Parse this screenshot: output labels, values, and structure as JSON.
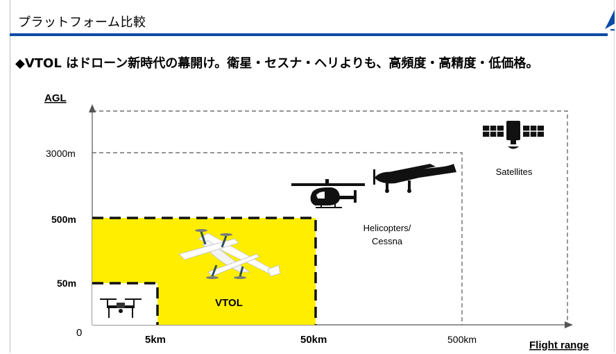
{
  "header": {
    "title": "プラットフォーム比較",
    "subtitle": "◆VTOL はドローン新時代の幕開け。衛星・セスナ・ヘリよりも、高頻度・高精度・低価格。"
  },
  "diagram": {
    "y_axis_label": "AGL",
    "x_axis_label": "Flight range",
    "origin_label": "0",
    "y_ticks": [
      {
        "label": "3000m",
        "bold": false
      },
      {
        "label": "500m",
        "bold": true
      },
      {
        "label": "50m",
        "bold": true
      }
    ],
    "x_ticks": [
      {
        "label": "5km",
        "bold": true
      },
      {
        "label": "50km",
        "bold": true
      },
      {
        "label": "500km",
        "bold": false
      }
    ],
    "platforms": {
      "satellites": "Satellites",
      "helicopters_line1": "Helicopters/",
      "helicopters_line2": "Cessna",
      "vtol": "VTOL"
    },
    "colors": {
      "vtol_fill": "#ffee00",
      "plane_body": "#ffffff",
      "plane_accent": "#2e4f5e"
    }
  }
}
